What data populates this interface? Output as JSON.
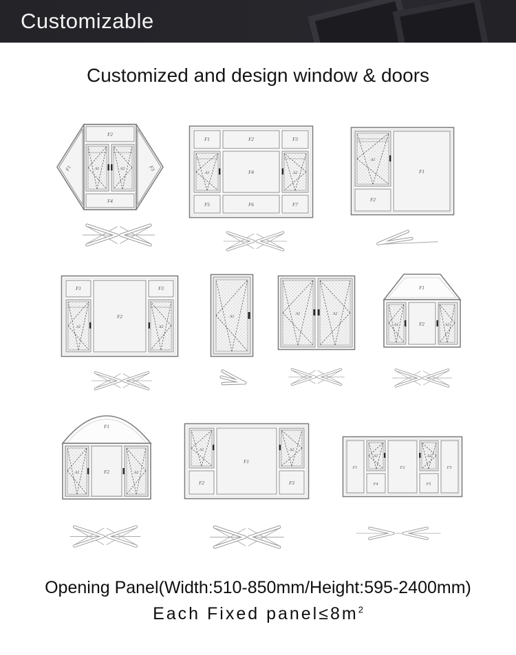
{
  "banner": {
    "title": "Customizable"
  },
  "heading": {
    "title": "Customized and design window & doors"
  },
  "specs": {
    "opening_panel": "Opening Panel(Width:510-850mm/Height:595-2400mm)",
    "fixed_panel": "Each Fixed panel≤8m",
    "fixed_panel_sup": "2"
  },
  "colors": {
    "banner_bg": "#26262b",
    "ink": "#0e0e0e",
    "drawing_stroke": "#8f8f8f"
  },
  "windows": [
    {
      "name": "hexagon-bay-window",
      "mechanism": "double-swing",
      "panels": {
        "left": "F1",
        "top": "F2",
        "right": "F3",
        "bottom": "F4",
        "sash1": "A1",
        "sash2": "A2"
      }
    },
    {
      "name": "nine-grid-window",
      "mechanism": "double-swing",
      "panels": {
        "t1": "F1",
        "t2": "F2",
        "t3": "F3",
        "sash1": "A1",
        "center": "F4",
        "sash2": "A2",
        "b1": "F5",
        "b2": "F6",
        "b3": "F7"
      }
    },
    {
      "name": "side-sash-fixed-window",
      "mechanism": "single-swing",
      "panels": {
        "sash1": "A1",
        "bottom": "F2",
        "main": "F1"
      }
    },
    {
      "name": "three-col-top-lite-window",
      "mechanism": "double-swing",
      "panels": {
        "t1": "F1",
        "t2": "F3",
        "sash1": "A1",
        "center": "F2",
        "sash2": "A2"
      }
    },
    {
      "name": "single-casement-window",
      "mechanism": "small-swing",
      "panels": {
        "sash1": "A1"
      }
    },
    {
      "name": "double-casement-window",
      "mechanism": "double-swing",
      "panels": {
        "sash1": "A1",
        "sash2": "A2"
      }
    },
    {
      "name": "trapezoid-top-window",
      "mechanism": "double-swing",
      "panels": {
        "top": "F1",
        "sash1": "A1",
        "center": "F2",
        "sash2": "A2"
      }
    },
    {
      "name": "arched-top-window",
      "mechanism": "double-swing",
      "panels": {
        "top": "F1",
        "sash1": "A1",
        "center": "F2",
        "sash2": "A2"
      }
    },
    {
      "name": "center-fixed-window",
      "mechanism": "double-swing",
      "panels": {
        "sash1": "A1",
        "b1": "F2",
        "center": "F1",
        "sash2": "A2",
        "b2": "F3"
      }
    },
    {
      "name": "five-col-window",
      "mechanism": "double-fan",
      "panels": {
        "f1": "F1",
        "sash1": "A1",
        "b1": "F4",
        "center": "F2",
        "sash2": "A2",
        "b2": "F5",
        "f3": "F3"
      }
    }
  ]
}
